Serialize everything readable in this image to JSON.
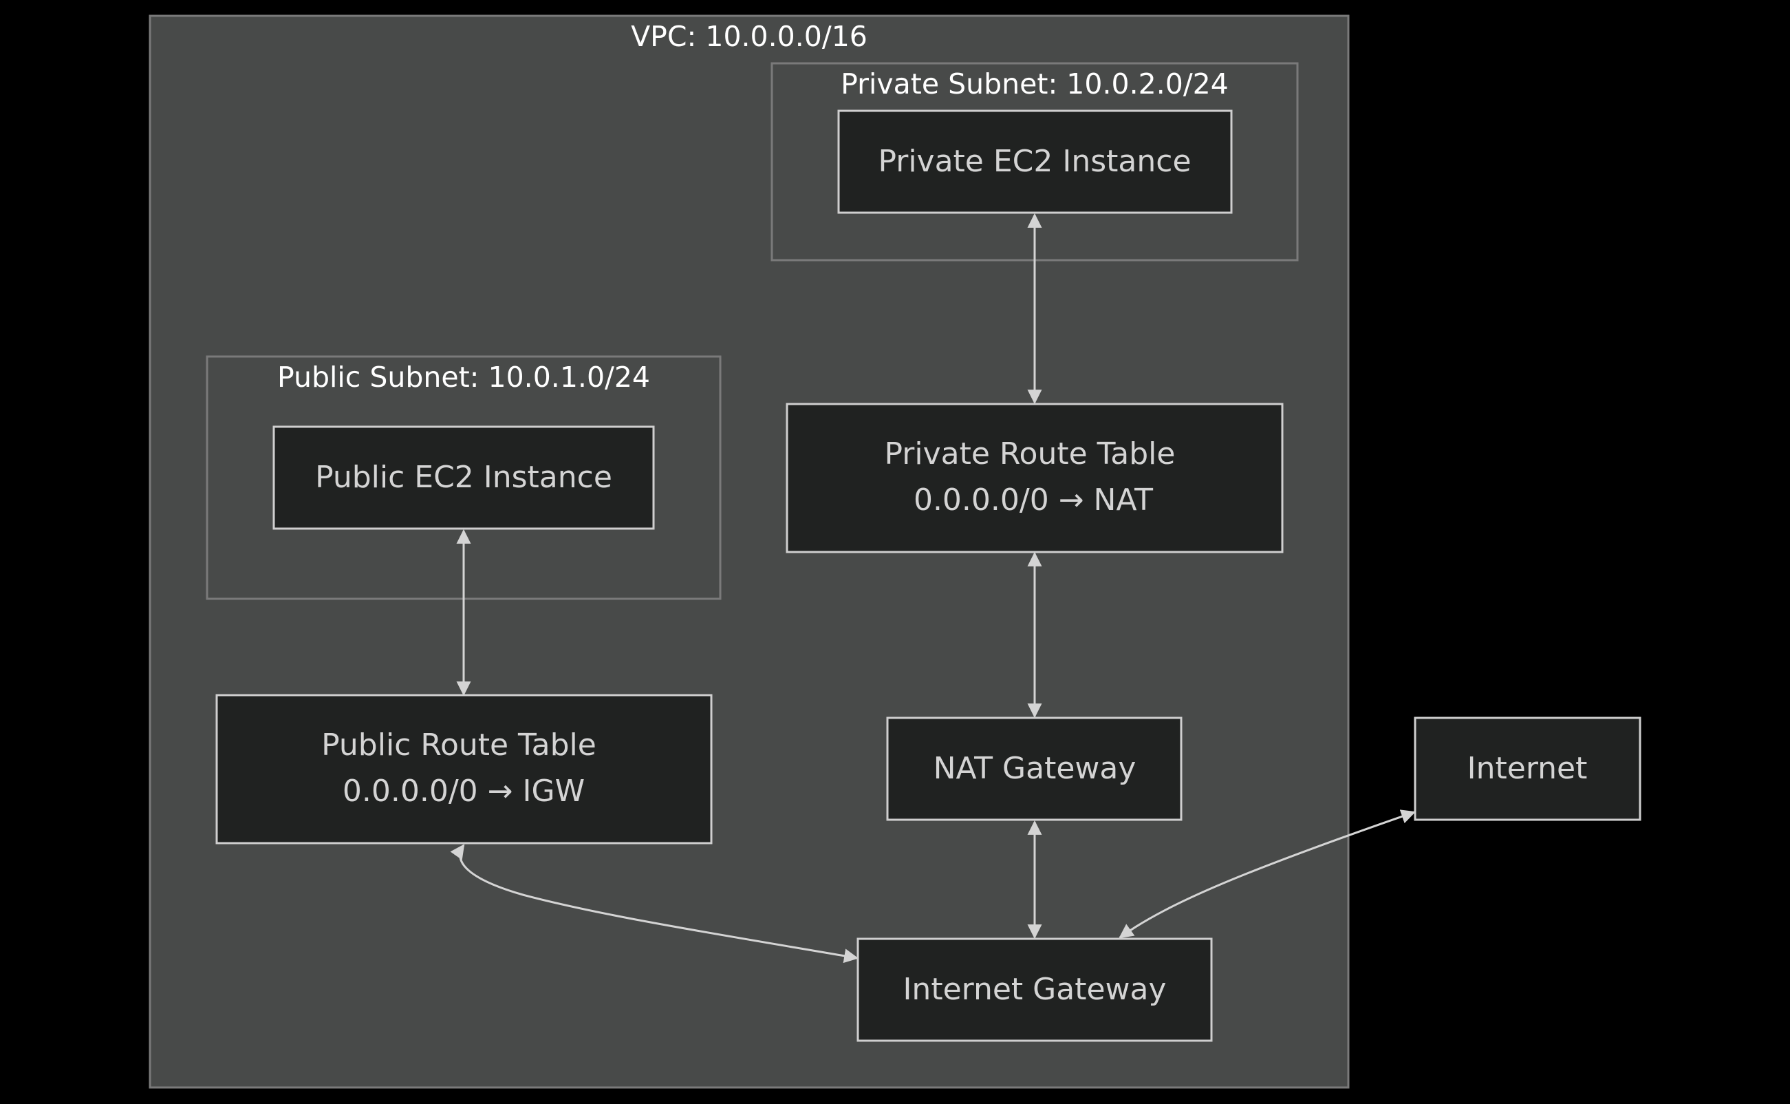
{
  "colors": {
    "background": "#000000",
    "vpc_fill": "#484a49",
    "cluster_stroke": "#7a7a7a",
    "node_fill": "#202221",
    "node_stroke": "#cfcfcf",
    "edge": "#d4d4d4",
    "cluster_text": "#ffffff",
    "node_text": "#d4d4d4"
  },
  "clusters": {
    "vpc": {
      "title": "VPC: 10.0.0.0/16"
    },
    "public_subnet": {
      "title": "Public Subnet: 10.0.1.0/24"
    },
    "private_subnet": {
      "title": "Private Subnet: 10.0.2.0/24"
    }
  },
  "nodes": {
    "private_ec2": {
      "label": "Private EC2 Instance"
    },
    "public_ec2": {
      "label": "Public EC2 Instance"
    },
    "private_route_table": {
      "label": "Private Route Table",
      "route": "0.0.0.0/0 → NAT"
    },
    "public_route_table": {
      "label": "Public Route Table",
      "route": "0.0.0.0/0 → IGW"
    },
    "nat_gateway": {
      "label": "NAT Gateway"
    },
    "internet_gateway": {
      "label": "Internet Gateway"
    },
    "internet": {
      "label": "Internet"
    }
  },
  "edges": [
    {
      "from": "private_ec2",
      "to": "private_route_table",
      "direction": "both"
    },
    {
      "from": "public_ec2",
      "to": "public_route_table",
      "direction": "both"
    },
    {
      "from": "private_route_table",
      "to": "nat_gateway",
      "direction": "both"
    },
    {
      "from": "nat_gateway",
      "to": "internet_gateway",
      "direction": "both"
    },
    {
      "from": "public_route_table",
      "to": "internet_gateway",
      "direction": "both"
    },
    {
      "from": "internet_gateway",
      "to": "internet",
      "direction": "both"
    }
  ]
}
